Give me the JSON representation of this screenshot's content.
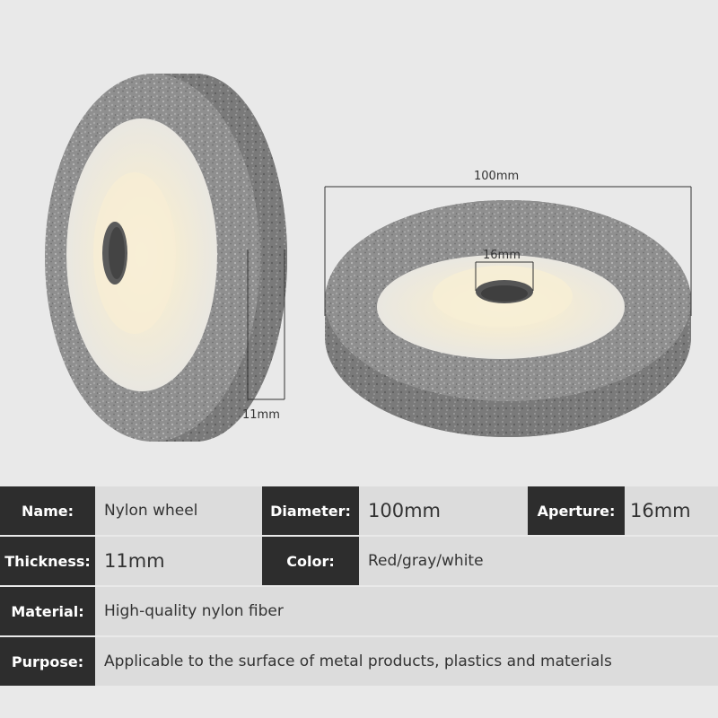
{
  "dimensions": {
    "diameter_label": "100mm",
    "aperture_label": "16mm",
    "thickness_label": "11mm"
  },
  "colors": {
    "background": "#e9e9e9",
    "label_cell": "#2d2d2d",
    "value_cell": "#dcdcdc",
    "wheel_gray": "#8f8f8f",
    "hub_white": "#f1efe8"
  },
  "specs": {
    "name": {
      "label": "Name:",
      "value": "Nylon wheel"
    },
    "diameter": {
      "label": "Diameter:",
      "value": "100mm"
    },
    "aperture": {
      "label": "Aperture:",
      "value": "16mm"
    },
    "thickness": {
      "label": "Thickness:",
      "value": "11mm"
    },
    "color": {
      "label": "Color:",
      "value": "Red/gray/white"
    },
    "material": {
      "label": "Material:",
      "value": "High-quality nylon fiber"
    },
    "purpose": {
      "label": "Purpose:",
      "value": "Applicable to the surface of metal products, plastics and materials"
    }
  }
}
